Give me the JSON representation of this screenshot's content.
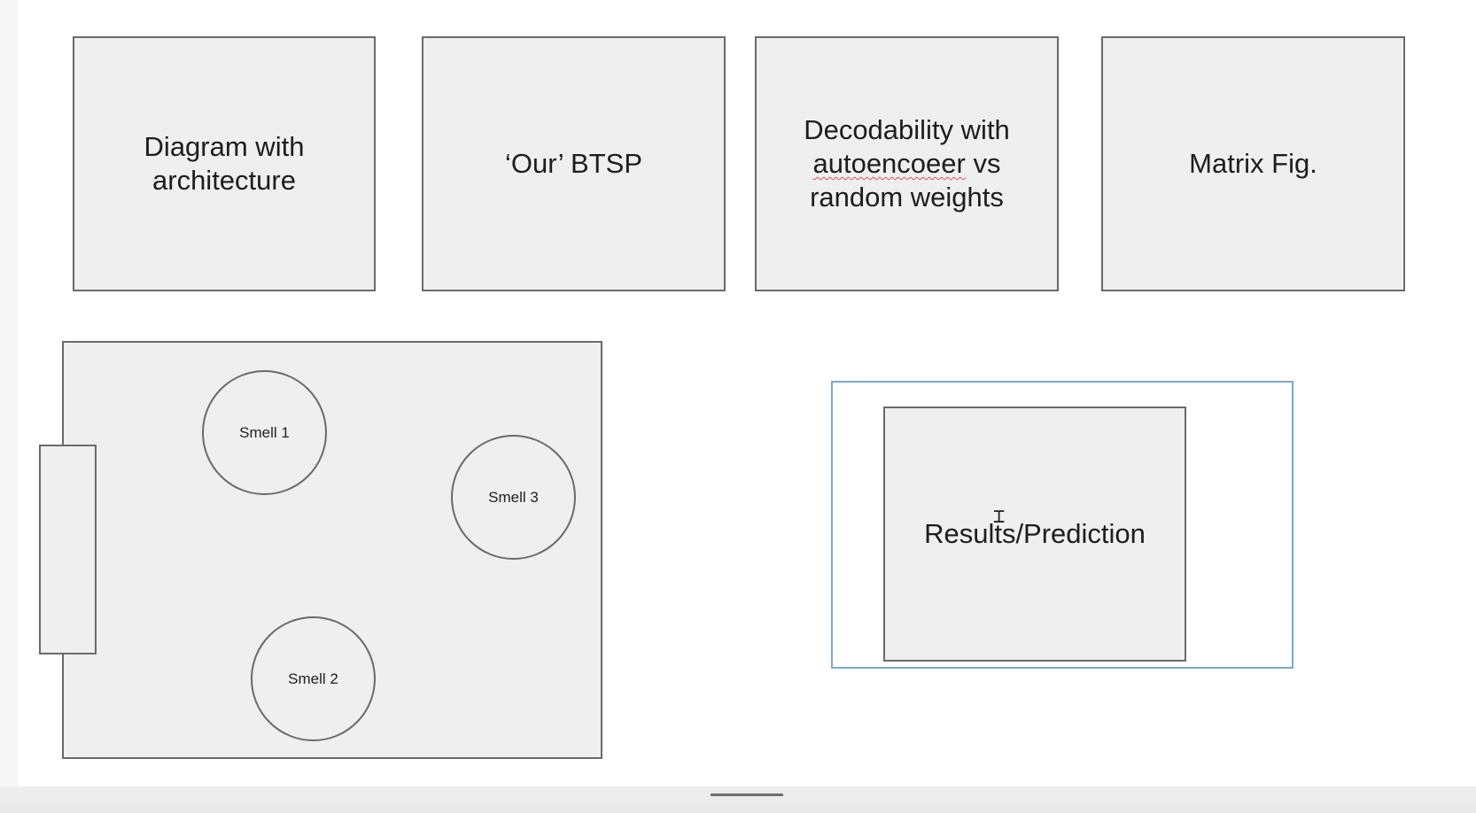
{
  "boxes": {
    "architecture": {
      "line1": "Diagram with",
      "line2": "architecture"
    },
    "btsp": {
      "line1": "‘Our’ BTSP"
    },
    "decodability": {
      "line1": "Decodability with",
      "line2_a": "autoencoeer",
      "line2_b": " vs",
      "line3": "random weights"
    },
    "matrix": {
      "line1": "Matrix Fig."
    },
    "results": {
      "line1": "Results/Prediction"
    }
  },
  "arena": {
    "smells": [
      {
        "label": "Smell 1"
      },
      {
        "label": "Smell 3"
      },
      {
        "label": "Smell 2"
      }
    ]
  },
  "icons": {
    "text_cursor": "I-beam"
  },
  "colors": {
    "box_fill": "#efeff0",
    "box_border": "#6a6a6a",
    "selection_border": "#7ba6d8",
    "spellcheck": "#d9534f"
  }
}
